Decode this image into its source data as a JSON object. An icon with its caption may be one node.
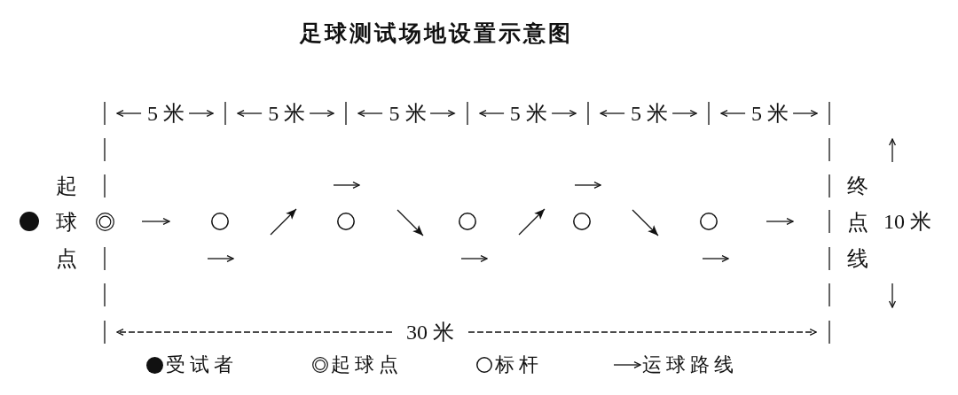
{
  "diagram": {
    "title": "足球测试场地设置示意图",
    "nodes": [
      {
        "text": [],
        "shape": "circle"
      },
      {
        "text": [],
        "shape": "circle"
      },
      {
        "text": [],
        "shape": "circle"
      },
      {
        "text": [],
        "shape": "circle"
      },
      {
        "text": [],
        "shape": "circle"
      },
      {
        "text": [],
        "shape": "circle"
      },
      {
        "text": [],
        "shape": "circle"
      }
    ],
    "labels": [
      "5 米",
      "5 米",
      "5 米",
      "5 米",
      "5 米",
      "5 米",
      "起球点",
      "终点线",
      "10 米",
      "30 米"
    ],
    "legend": [
      {
        "text": "受试者"
      },
      {
        "text": "起球点"
      },
      {
        "text": "标杆"
      },
      {
        "text": "运球路线"
      }
    ]
  }
}
